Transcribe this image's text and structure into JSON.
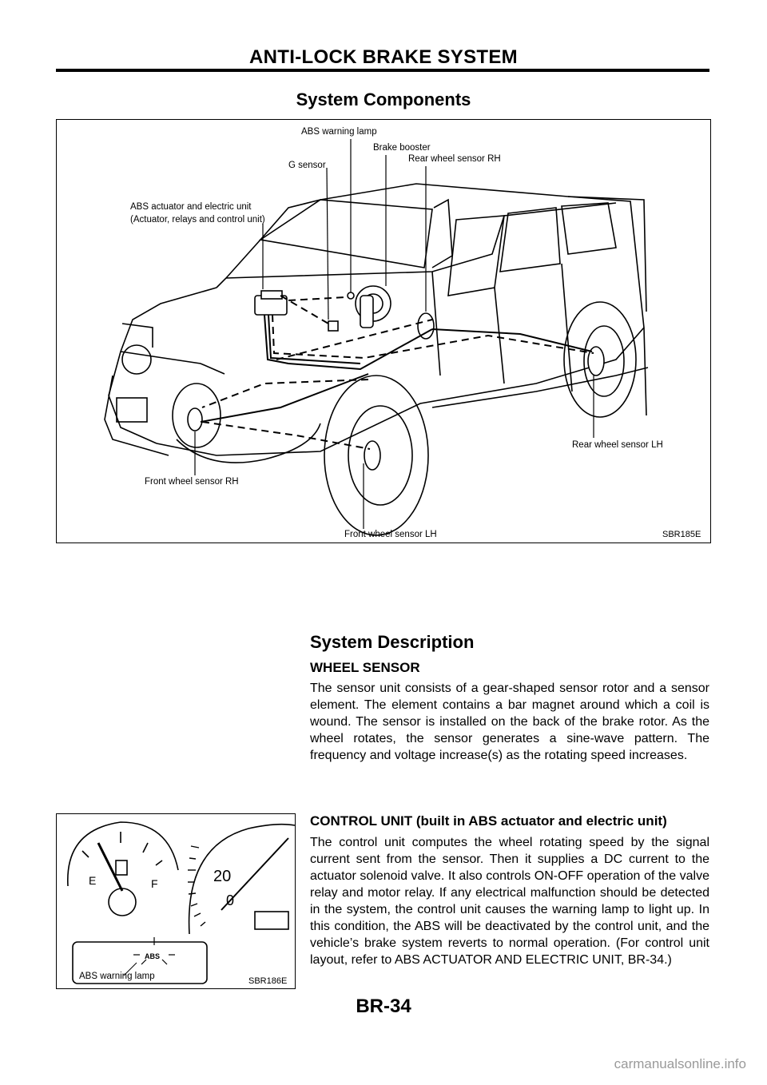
{
  "header": {
    "title": "ANTI-LOCK BRAKE SYSTEM"
  },
  "components": {
    "title": "System Components",
    "figure": {
      "labels": {
        "abs_warning_lamp": "ABS warning lamp",
        "brake_booster": "Brake booster",
        "rear_wheel_sensor_rh": "Rear wheel sensor RH",
        "g_sensor": "G sensor",
        "actuator_line1": "ABS actuator and electric unit",
        "actuator_line2": "(Actuator, relays and control unit)",
        "rear_wheel_sensor_lh": "Rear wheel sensor LH",
        "front_wheel_sensor_rh": "Front wheel sensor RH",
        "front_wheel_sensor_lh": "Front wheel sensor LH"
      },
      "code": "SBR185E"
    }
  },
  "description": {
    "title": "System Description",
    "wheel_sensor": {
      "heading": "WHEEL SENSOR",
      "text": "The sensor unit consists of a gear-shaped sensor rotor and a sensor element. The element contains a bar magnet around which a coil is wound. The sensor is installed on the back of the brake rotor. As the wheel rotates, the sensor generates a sine-wave pattern. The frequency and voltage increase(s) as the rotating speed increases."
    },
    "control_unit": {
      "heading": "CONTROL UNIT (built in ABS actuator and electric unit)",
      "text": "The control unit computes the wheel rotating speed by the signal current sent from the sensor. Then it supplies a DC current to the actuator solenoid valve. It also controls ON-OFF operation of the valve relay and motor relay. If any electrical malfunction should be detected in the system, the control unit causes the warning lamp to light up. In this condition, the ABS will be deactivated by the control unit, and the vehicle’s brake system reverts to normal operation. (For control unit layout, refer to ABS ACTUATOR AND ELECTRIC UNIT, BR-34.)"
    }
  },
  "gauge_figure": {
    "fuel_e": "E",
    "fuel_f": "F",
    "speed_20": "20",
    "speed_0": "0",
    "abs_indicator": "ABS",
    "lamp_label": "ABS warning lamp",
    "code": "SBR186E"
  },
  "footer": {
    "page_number": "BR-34",
    "watermark": "carmanualsonline.info"
  }
}
